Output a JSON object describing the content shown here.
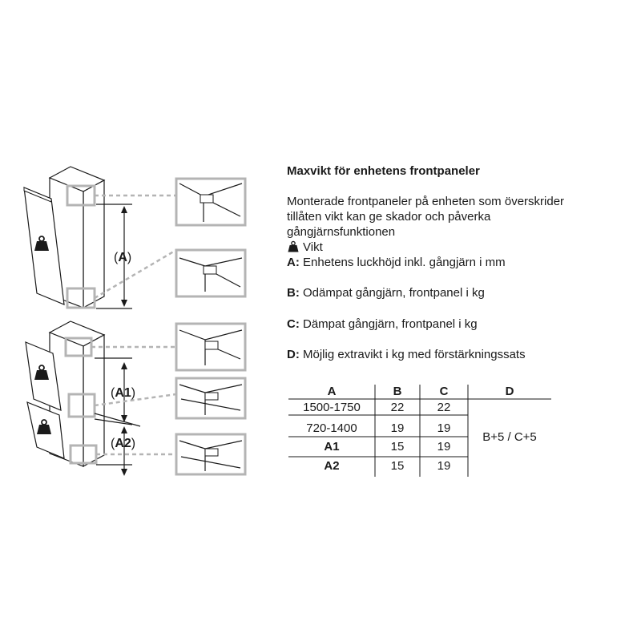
{
  "heading": "Maxvikt för enhetens frontpaneler",
  "intro_lines": [
    "Monterade frontpaneler på enheten som överskrider",
    "tillåten vikt kan ge skador och påverka",
    "gångjärnsfunktionen"
  ],
  "legend": [
    {
      "key": "",
      "icon": "weight-icon",
      "text": "Vikt"
    },
    {
      "key": "A:",
      "text": "Enhetens luckhöjd inkl. gångjärn i mm"
    },
    {
      "key": "B:",
      "text": "Odämpat gångjärn, frontpanel i kg"
    },
    {
      "key": "C:",
      "text": "Dämpat gångjärn, frontpanel i kg"
    },
    {
      "key": "D:",
      "text": "Möjlig extravikt i kg med förstärkningssats"
    }
  ],
  "table": {
    "headers": [
      "A",
      "B",
      "C",
      "D"
    ],
    "rows": [
      [
        "1500-1750",
        "22",
        "22"
      ],
      [
        "720-1400",
        "19",
        "19"
      ],
      [
        "A1",
        "15",
        "19"
      ],
      [
        "A2",
        "15",
        "19"
      ]
    ],
    "d_value": "B+5 / C+5"
  },
  "diagram_labels": {
    "dim_a": "A",
    "dim_a1": "A1",
    "dim_a2": "A2",
    "paren_open": "(",
    "paren_close": ")"
  },
  "colors": {
    "frame_gray": "#b4b4b4",
    "line": "#1a1a1a",
    "panel_fill": "#ffffff"
  }
}
